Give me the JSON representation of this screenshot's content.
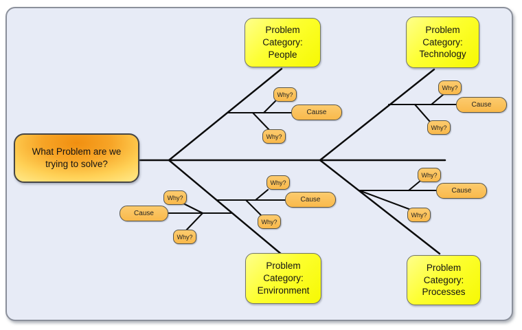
{
  "diagram": {
    "head": {
      "label": "What Problem are we trying to solve?"
    },
    "categories": [
      {
        "id": "people",
        "label": "Problem Category: People"
      },
      {
        "id": "technology",
        "label": "Problem Category: Technology"
      },
      {
        "id": "environment",
        "label": "Problem Category: Environment"
      },
      {
        "id": "processes",
        "label": "Problem Category: Processes"
      }
    ],
    "branches": [
      {
        "id": "people",
        "pills": [
          {
            "type": "why",
            "label": "Why?"
          },
          {
            "type": "cause",
            "label": "Cause"
          },
          {
            "type": "why",
            "label": "Why?"
          }
        ]
      },
      {
        "id": "technology",
        "pills": [
          {
            "type": "why",
            "label": "Why?"
          },
          {
            "type": "cause",
            "label": "Cause"
          },
          {
            "type": "why",
            "label": "Why?"
          }
        ]
      },
      {
        "id": "environment-left",
        "pills": [
          {
            "type": "why",
            "label": "Why?"
          },
          {
            "type": "cause",
            "label": "Cause"
          },
          {
            "type": "why",
            "label": "Why?"
          }
        ]
      },
      {
        "id": "environment-middle",
        "pills": [
          {
            "type": "why",
            "label": "Why?"
          },
          {
            "type": "cause",
            "label": "Cause"
          },
          {
            "type": "why",
            "label": "Why?"
          }
        ]
      },
      {
        "id": "processes",
        "pills": [
          {
            "type": "why",
            "label": "Why?"
          },
          {
            "type": "cause",
            "label": "Cause"
          },
          {
            "type": "why",
            "label": "Why?"
          }
        ]
      }
    ],
    "colors": {
      "canvas_background": "#e7ebf6",
      "canvas_border": "#8b909b",
      "category_fill": "#fdff30",
      "category_border": "#70746a",
      "head_fill_center": "#f18f10",
      "head_fill_edge": "#ffe37d",
      "pill_fill": "#fbc35d",
      "pill_border": "#56544a",
      "bone_color": "#0b0b0b",
      "text_color": "#131313"
    }
  }
}
